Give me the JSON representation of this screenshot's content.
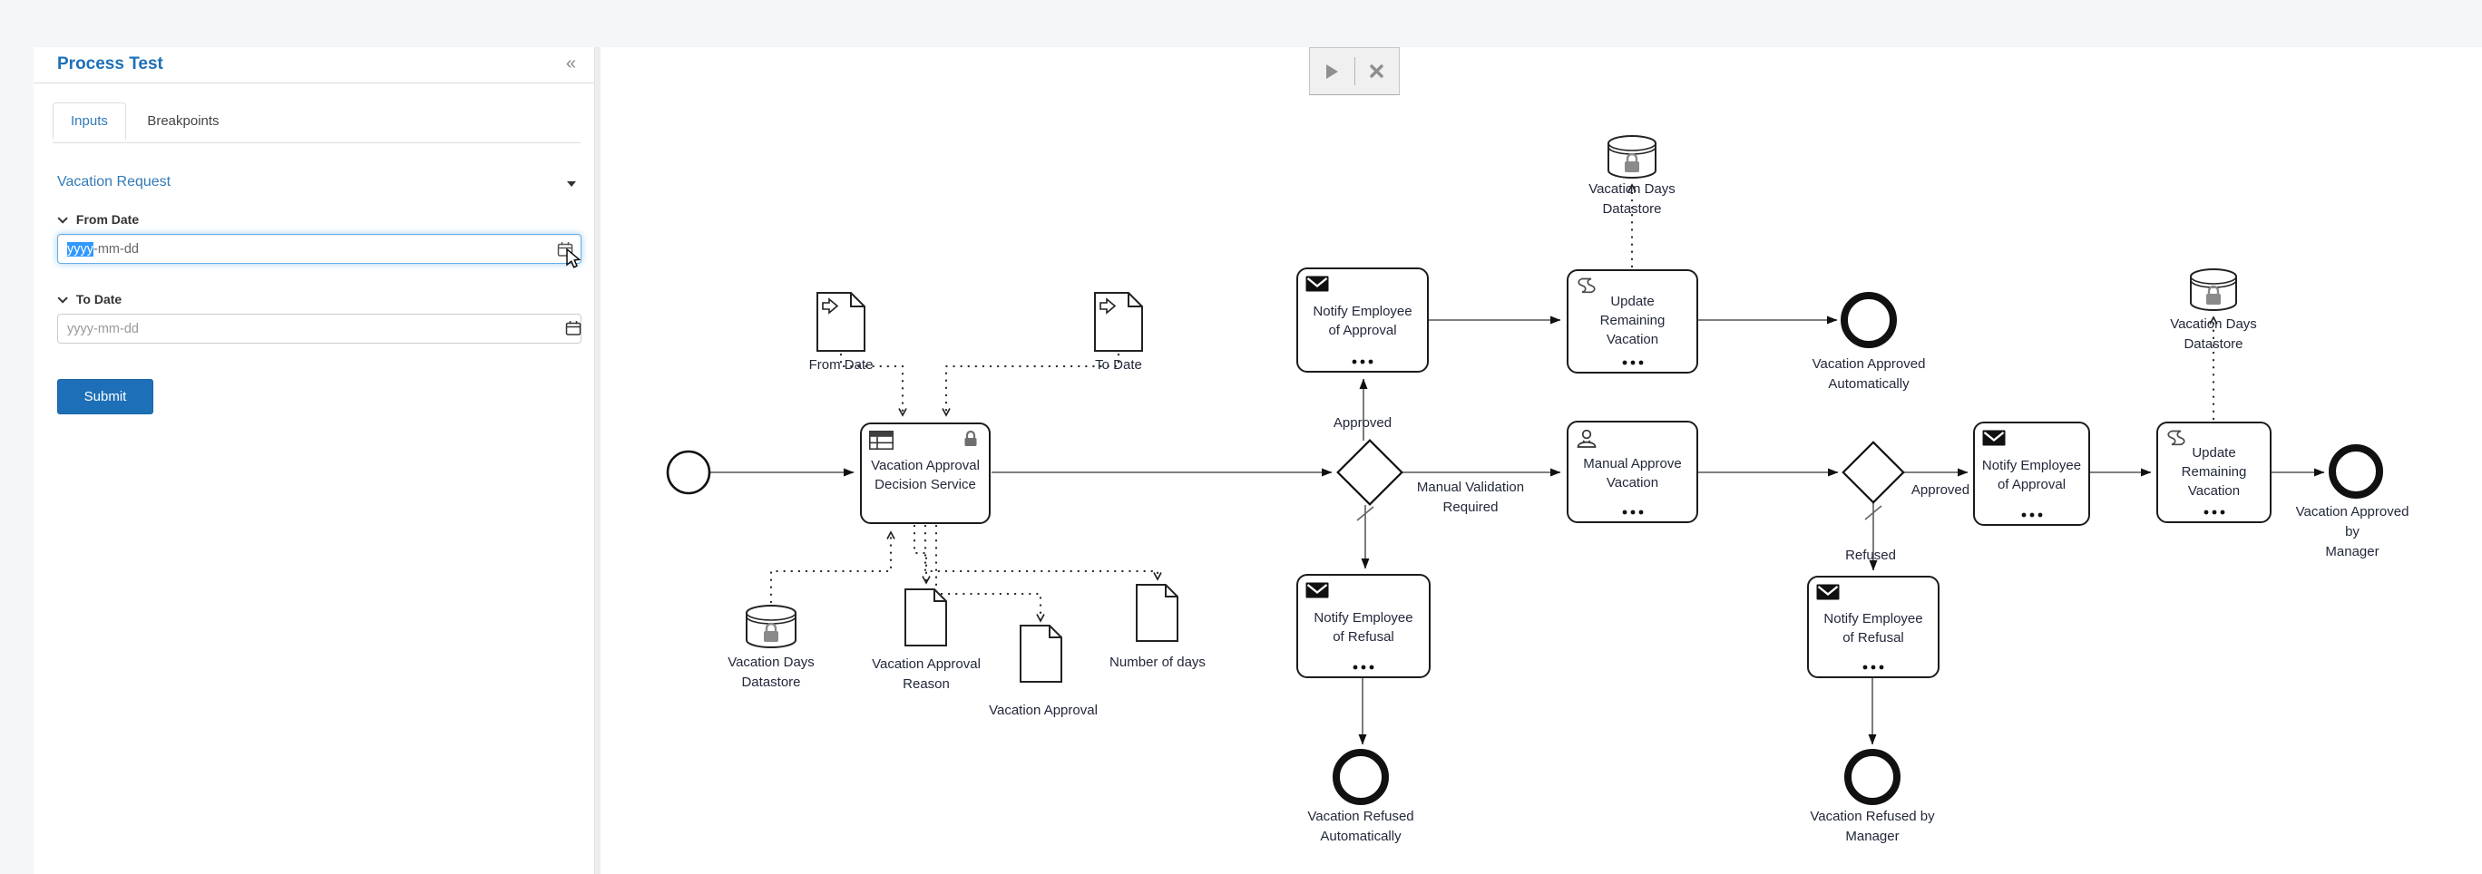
{
  "sidebar": {
    "title": "Process Test",
    "collapse_icon": "«",
    "tabs": [
      {
        "label": "Inputs"
      },
      {
        "label": "Breakpoints"
      }
    ],
    "form": {
      "section_title": "Vacation Request",
      "from_date": {
        "label": "From Date",
        "selected_segment": "yyyy",
        "rest_segment": "-mm-dd"
      },
      "to_date": {
        "label": "To Date",
        "placeholder": "yyyy-mm-dd"
      },
      "submit_label": "Submit"
    }
  },
  "colors": {
    "accent_blue": "#1d70b7",
    "selection_blue": "#3298fd",
    "focus_border": "#66afe9"
  },
  "diagram": {
    "tasks": {
      "decision_service": {
        "label": [
          "Vacation Approval",
          "Decision Service"
        ]
      },
      "notify_approval_1": {
        "label": [
          "Notify Employee",
          "of Approval"
        ]
      },
      "update_remaining_1": {
        "label": [
          "Update",
          "Remaining",
          "Vacation"
        ]
      },
      "manual_approve": {
        "label": [
          "Manual Approve",
          "Vacation"
        ]
      },
      "notify_refusal_1": {
        "label": [
          "Notify Employee",
          "of Refusal"
        ]
      },
      "notify_approval_2": {
        "label": [
          "Notify Employee",
          "of Approval"
        ]
      },
      "update_remaining_2": {
        "label": [
          "Update",
          "Remaining",
          "Vacation"
        ]
      },
      "notify_refusal_2": {
        "label": [
          "Notify Employee",
          "of Refusal"
        ]
      }
    },
    "events": {
      "approved_auto": {
        "label": [
          "Vacation Approved",
          "Automatically"
        ]
      },
      "refused_auto": {
        "label": [
          "Vacation Refused",
          "Automatically"
        ]
      },
      "approved_manager": {
        "label": [
          "Vacation Approved by",
          "Manager"
        ]
      },
      "refused_manager": {
        "label": [
          "Vacation Refused by",
          "Manager"
        ]
      }
    },
    "data_objects": {
      "from_date": {
        "label": "From Date"
      },
      "to_date": {
        "label": "To Date"
      },
      "datastore_top": {
        "label": [
          "Vacation Days",
          "Datastore"
        ]
      },
      "datastore_right": {
        "label": [
          "Vacation Days",
          "Datastore"
        ]
      },
      "datastore_bottom": {
        "label": [
          "Vacation Days",
          "Datastore"
        ]
      },
      "approval_reason": {
        "label": [
          "Vacation Approval",
          "Reason"
        ]
      },
      "vacation_approval": {
        "label": "Vacation Approval"
      },
      "number_of_days": {
        "label": "Number of days"
      }
    },
    "flow_labels": {
      "approved_1": "Approved",
      "manual_validation": [
        "Manual Validation",
        "Required"
      ],
      "approved_2": "Approved",
      "refused": "Refused"
    }
  }
}
